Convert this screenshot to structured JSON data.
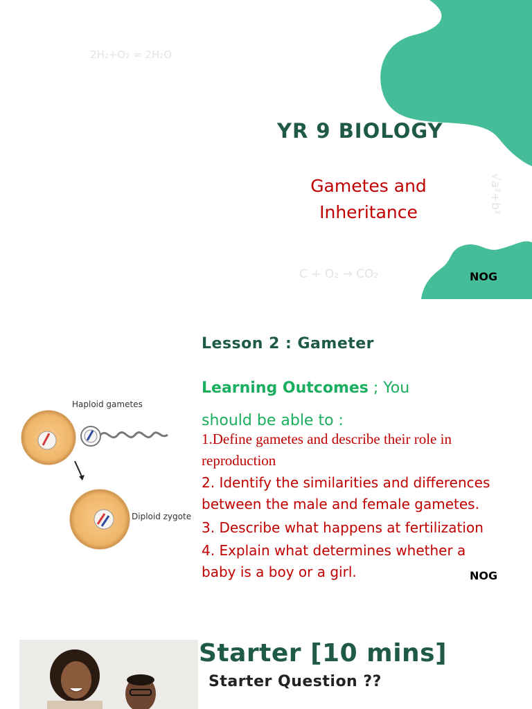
{
  "slide1": {
    "title": "YR 9 BIOLOGY",
    "subtitle_line1": "Gametes and",
    "subtitle_line2": "Inheritance",
    "author": "NOG",
    "formula_top": "2H₂+O₂ = 2H₂O",
    "formula_bottom": "C + O₂ → CO₂",
    "formula_side": "√a²+b²",
    "colors": {
      "accent": "#45bd98",
      "title": "#1e5a45",
      "subtitle": "#c00000"
    }
  },
  "slide2": {
    "lesson_title": "Lesson 2 : Gameter",
    "outcomes_heading": "Learning Outcomes",
    "outcomes_intro_1": " ; You",
    "outcomes_intro_2": "should be able to :",
    "objectives": [
      "1.Define gametes and describe their role in reproduction",
      "2. Identify the similarities and differences between the male and female gametes.",
      "3. Describe what happens at fertilization",
      "4. Explain what determines whether a baby is a boy or a girl."
    ],
    "author": "NOG",
    "diagram": {
      "label_top": "Haploid gametes",
      "label_bottom": "Diploid zygote"
    }
  },
  "slide3": {
    "heading": "Starter [10 mins]",
    "question": "Starter Question ??"
  }
}
